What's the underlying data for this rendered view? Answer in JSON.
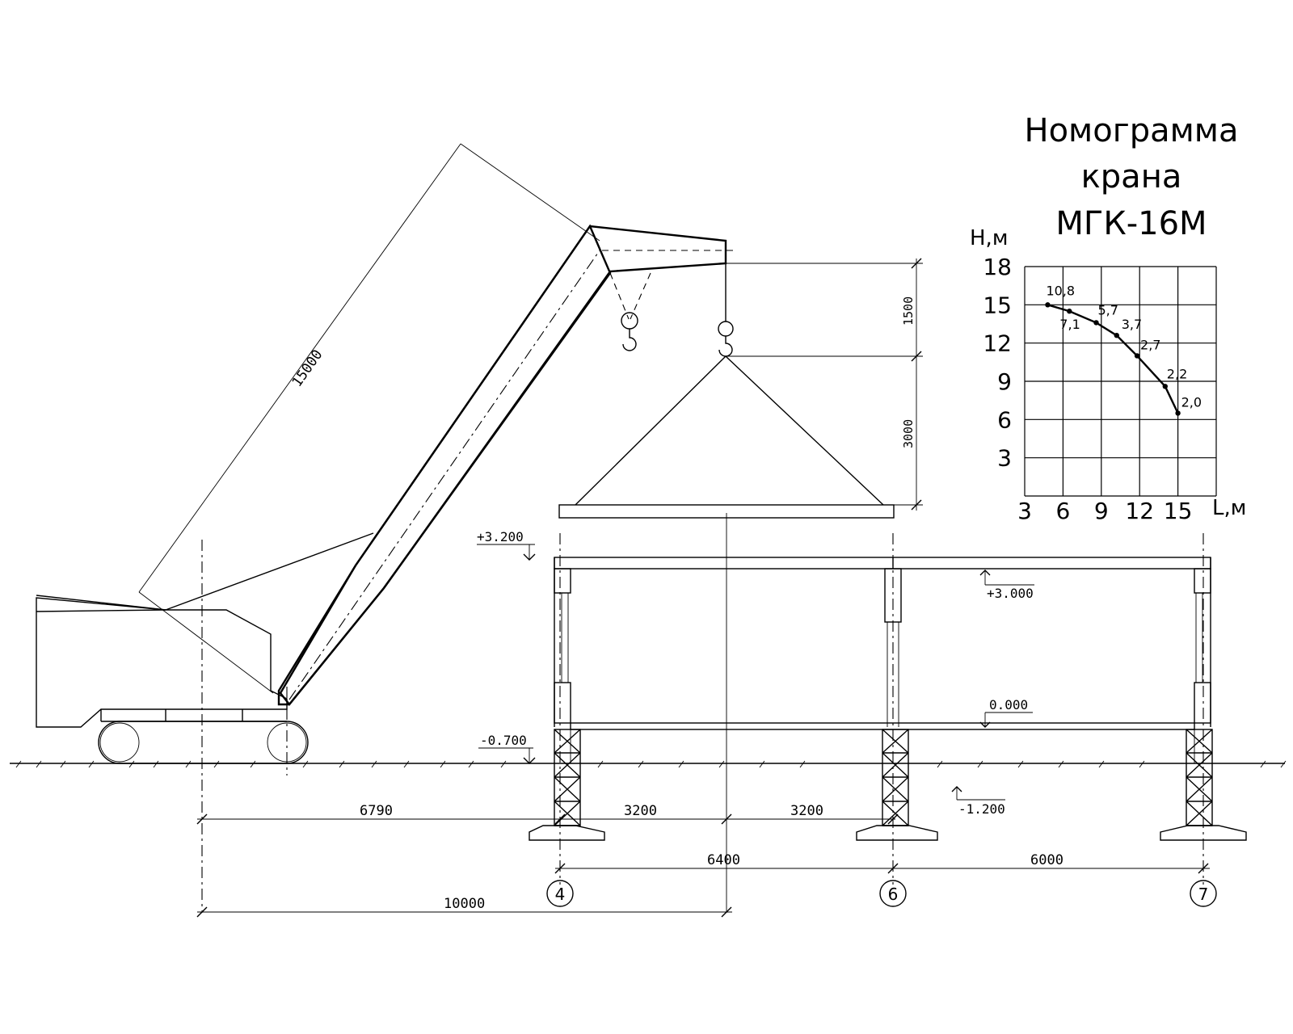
{
  "title": {
    "line1": "Номограмма",
    "line2": "крана",
    "line3": "МГК-16М"
  },
  "chart_data": {
    "type": "line",
    "xlabel": "L,м",
    "ylabel": "H,м",
    "xlim": [
      3,
      18
    ],
    "ylim": [
      0,
      18
    ],
    "x_ticks": [
      "3",
      "6",
      "9",
      "12",
      "15"
    ],
    "y_ticks": [
      "3",
      "6",
      "9",
      "12",
      "15",
      "18"
    ],
    "grid": true,
    "points": [
      {
        "x": 4.8,
        "y": 15.0,
        "label": "10,8"
      },
      {
        "x": 6.5,
        "y": 14.5,
        "label": "7,1"
      },
      {
        "x": 8.6,
        "y": 13.6,
        "label": "5,7"
      },
      {
        "x": 10.2,
        "y": 12.6,
        "label": "3,7"
      },
      {
        "x": 11.8,
        "y": 11.0,
        "label": "2,7"
      },
      {
        "x": 14.0,
        "y": 8.6,
        "label": "2,2"
      },
      {
        "x": 15.0,
        "y": 6.5,
        "label": "2,0"
      }
    ]
  },
  "drawing": {
    "boom_length": "15000",
    "hook_height_upper": "1500",
    "sling_height": "3000",
    "levels": {
      "plus_3200": "+3.200",
      "plus_3000": "+3.000",
      "zero": "0.000",
      "minus_0700": "-0.700",
      "minus_1200": "-1.200"
    },
    "dimensions": {
      "d6790": "6790",
      "d3200a": "3200",
      "d3200b": "3200",
      "d6400": "6400",
      "d6000": "6000",
      "d10000": "10000"
    },
    "axes": [
      "4",
      "6",
      "7"
    ]
  }
}
